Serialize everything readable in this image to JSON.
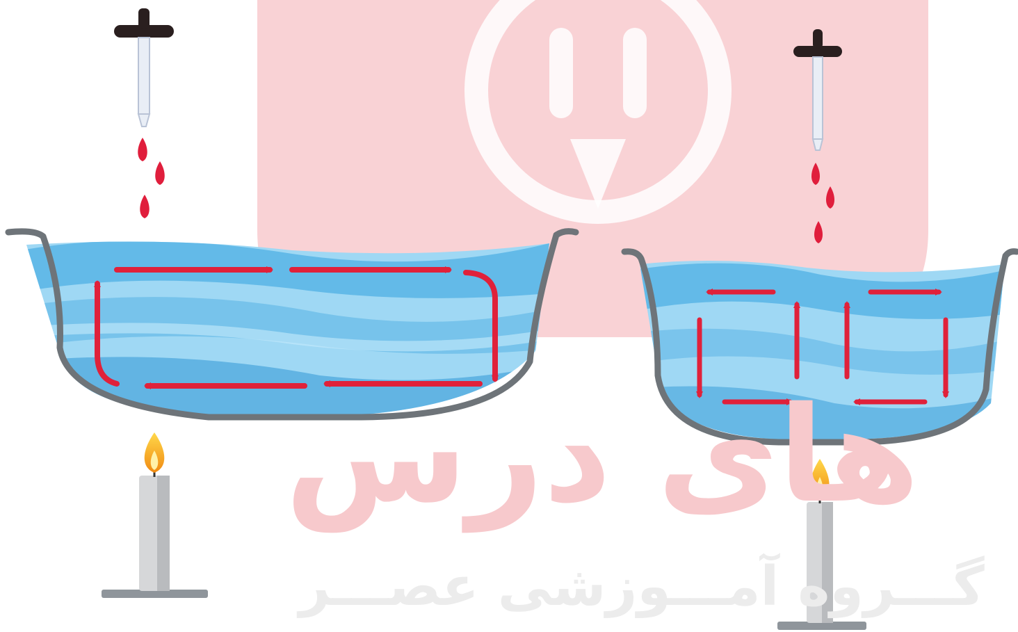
{
  "watermark": {
    "title": "های درس",
    "subtitle": "گـــروه آمـــوزشی عصـــر"
  },
  "colors": {
    "arrow": "#e0213a",
    "water_light": "#9fd8f4",
    "water_mid": "#62b8e6",
    "water_dark": "#2f97d6",
    "pan": "#6e7479",
    "flame": "#f2a623",
    "candle": "#d6d7d9",
    "dye": "#e01e3c",
    "watermark_red": "#f7c9cc"
  },
  "panels": [
    {
      "name": "wide-shallow-pan",
      "convection_cells": 1
    },
    {
      "name": "deep-narrow-pan",
      "convection_cells": 2
    }
  ]
}
